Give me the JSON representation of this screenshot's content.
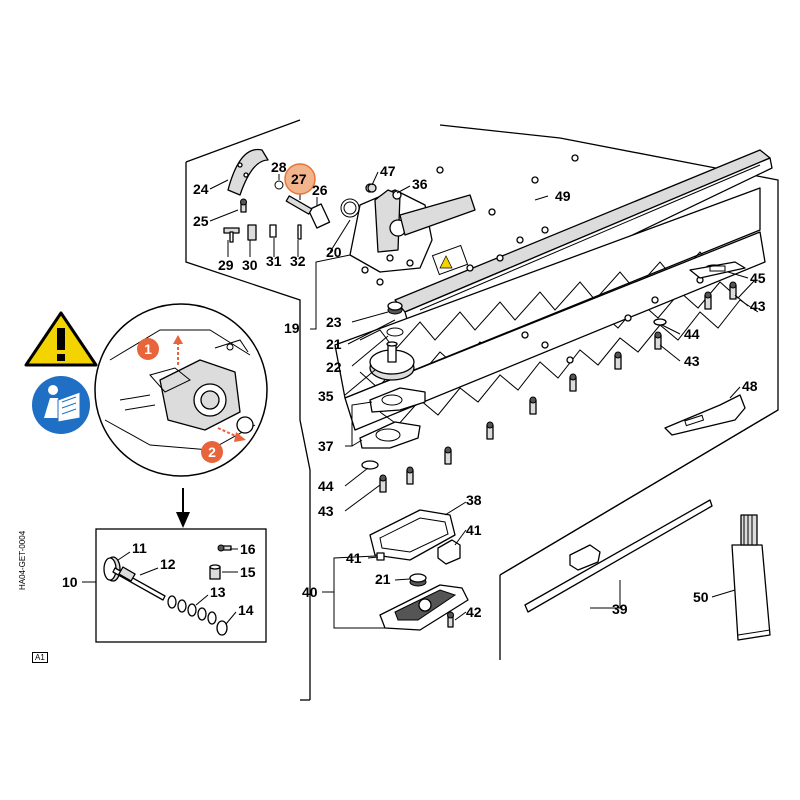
{
  "drawing_code": "HA04-GET-0004",
  "revision": "A1",
  "highlight_color": "#f2b48c",
  "highlight_stroke": "#e8743b",
  "warning_color": "#f3d400",
  "manual_icon_color": "#1f6fc5",
  "step_color": "#e8643a",
  "icons": [
    "warning-triangle-icon",
    "read-manual-icon"
  ],
  "steps": {
    "one": "1",
    "two": "2"
  },
  "part_labels": {
    "p10": "10",
    "p11": "11",
    "p12": "12",
    "p13": "13",
    "p14": "14",
    "p15": "15",
    "p16": "16",
    "p19": "19",
    "p20": "20",
    "p21a": "21",
    "p21b": "21",
    "p22": "22",
    "p23": "23",
    "p24": "24",
    "p25": "25",
    "p26": "26",
    "p27": "27",
    "p28": "28",
    "p29": "29",
    "p30": "30",
    "p31": "31",
    "p32": "32",
    "p35": "35",
    "p36": "36",
    "p37": "37",
    "p38": "38",
    "p39": "39",
    "p40": "40",
    "p41a": "41",
    "p41b": "41",
    "p42": "42",
    "p43a": "43",
    "p43b": "43",
    "p43c": "43",
    "p44a": "44",
    "p44b": "44",
    "p45": "45",
    "p47": "47",
    "p48": "48",
    "p49": "49",
    "p50": "50"
  }
}
